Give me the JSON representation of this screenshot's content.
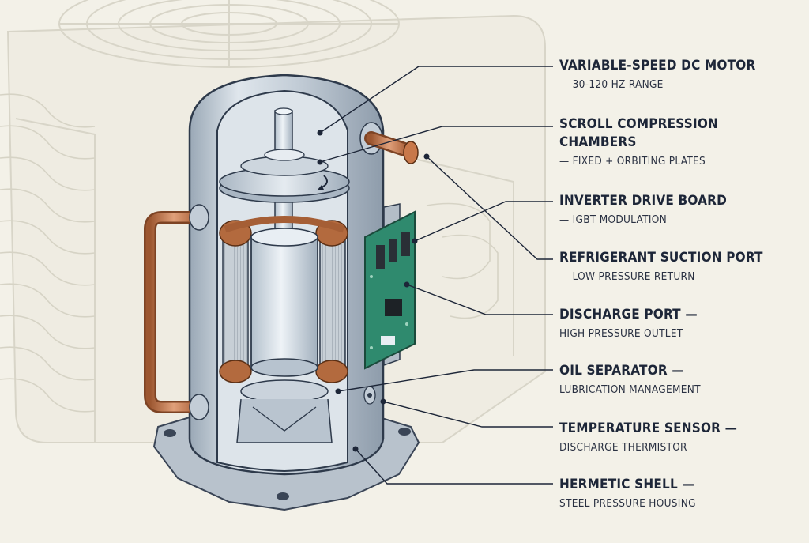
{
  "diagram": {
    "callouts": [
      {
        "id": "motor",
        "title": "VARIABLE-SPEED DC MOTOR",
        "sub": "— 30-120 HZ RANGE"
      },
      {
        "id": "scroll",
        "title": "SCROLL COMPRESSION\nCHAMBERS",
        "sub": "— FIXED + ORBITING PLATES"
      },
      {
        "id": "inverter",
        "title": "INVERTER DRIVE BOARD",
        "sub": "— IGBT MODULATION"
      },
      {
        "id": "suction",
        "title": "REFRIGERANT SUCTION PORT",
        "sub": "— LOW PRESSURE RETURN"
      },
      {
        "id": "discharge",
        "title": "DISCHARGE PORT —",
        "sub": "HIGH PRESSURE OUTLET"
      },
      {
        "id": "oil",
        "title": "OIL SEPARATOR —",
        "sub": "LUBRICATION MANAGEMENT"
      },
      {
        "id": "temp",
        "title": "TEMPERATURE SENSOR —",
        "sub": "DISCHARGE THERMISTOR"
      },
      {
        "id": "shell",
        "title": "HERMETIC SHELL —",
        "sub": "STEEL PRESSURE HOUSING"
      }
    ]
  },
  "colors": {
    "background": "#f3f1e8",
    "shell": "#c9d3dc",
    "copper": "#c8784a",
    "pcb": "#2f8a6e",
    "ink": "#1d2638"
  }
}
